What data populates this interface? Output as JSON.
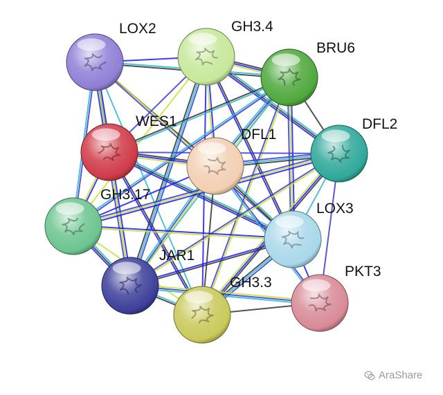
{
  "nodes": [
    {
      "id": "LOX2",
      "label": "LOX2",
      "color": "#8f7fd6"
    },
    {
      "id": "GH3.4",
      "label": "GH3.4",
      "color": "#c7e89a"
    },
    {
      "id": "BRU6",
      "label": "BRU6",
      "color": "#4fa83d"
    },
    {
      "id": "WES1",
      "label": "WES1",
      "color": "#cf3a48"
    },
    {
      "id": "DFL1",
      "label": "DFL1",
      "color": "#f2cfb2"
    },
    {
      "id": "DFL2",
      "label": "DFL2",
      "color": "#2fa89a"
    },
    {
      "id": "GH3.17",
      "label": "GH3.17",
      "color": "#6cc48f"
    },
    {
      "id": "LOX3",
      "label": "LOX3",
      "color": "#a8d8ea"
    },
    {
      "id": "JAR1",
      "label": "JAR1",
      "color": "#3d3f9a"
    },
    {
      "id": "GH3.3",
      "label": "GH3.3",
      "color": "#c9c95a"
    },
    {
      "id": "PKT3",
      "label": "PKT3",
      "color": "#d88a96"
    }
  ],
  "edge_colors": [
    "#1a1aff",
    "#30b7d0",
    "#c8e035",
    "#333333",
    "#3a3ad8"
  ],
  "edges": [
    {
      "source": "LOX2",
      "target": "GH3.4"
    },
    {
      "source": "LOX2",
      "target": "BRU6"
    },
    {
      "source": "LOX2",
      "target": "WES1"
    },
    {
      "source": "LOX2",
      "target": "DFL1"
    },
    {
      "source": "LOX2",
      "target": "GH3.17"
    },
    {
      "source": "LOX2",
      "target": "JAR1"
    },
    {
      "source": "LOX2",
      "target": "GH3.3"
    },
    {
      "source": "LOX2",
      "target": "LOX3"
    },
    {
      "source": "GH3.4",
      "target": "BRU6"
    },
    {
      "source": "GH3.4",
      "target": "WES1"
    },
    {
      "source": "GH3.4",
      "target": "DFL1"
    },
    {
      "source": "GH3.4",
      "target": "DFL2"
    },
    {
      "source": "GH3.4",
      "target": "GH3.17"
    },
    {
      "source": "GH3.4",
      "target": "LOX3"
    },
    {
      "source": "GH3.4",
      "target": "JAR1"
    },
    {
      "source": "GH3.4",
      "target": "GH3.3"
    },
    {
      "source": "BRU6",
      "target": "WES1"
    },
    {
      "source": "BRU6",
      "target": "DFL1"
    },
    {
      "source": "BRU6",
      "target": "DFL2"
    },
    {
      "source": "BRU6",
      "target": "GH3.17"
    },
    {
      "source": "BRU6",
      "target": "LOX3"
    },
    {
      "source": "BRU6",
      "target": "JAR1"
    },
    {
      "source": "BRU6",
      "target": "GH3.3"
    },
    {
      "source": "WES1",
      "target": "DFL1"
    },
    {
      "source": "WES1",
      "target": "DFL2"
    },
    {
      "source": "WES1",
      "target": "GH3.17"
    },
    {
      "source": "WES1",
      "target": "LOX3"
    },
    {
      "source": "WES1",
      "target": "JAR1"
    },
    {
      "source": "WES1",
      "target": "GH3.3"
    },
    {
      "source": "DFL1",
      "target": "DFL2"
    },
    {
      "source": "DFL1",
      "target": "GH3.17"
    },
    {
      "source": "DFL1",
      "target": "LOX3"
    },
    {
      "source": "DFL1",
      "target": "JAR1"
    },
    {
      "source": "DFL1",
      "target": "GH3.3"
    },
    {
      "source": "DFL1",
      "target": "PKT3"
    },
    {
      "source": "DFL2",
      "target": "GH3.17"
    },
    {
      "source": "DFL2",
      "target": "LOX3"
    },
    {
      "source": "DFL2",
      "target": "JAR1"
    },
    {
      "source": "DFL2",
      "target": "GH3.3"
    },
    {
      "source": "DFL2",
      "target": "PKT3"
    },
    {
      "source": "GH3.17",
      "target": "LOX3"
    },
    {
      "source": "GH3.17",
      "target": "JAR1"
    },
    {
      "source": "GH3.17",
      "target": "GH3.3"
    },
    {
      "source": "LOX3",
      "target": "JAR1"
    },
    {
      "source": "LOX3",
      "target": "GH3.3"
    },
    {
      "source": "LOX3",
      "target": "PKT3"
    },
    {
      "source": "JAR1",
      "target": "GH3.3"
    },
    {
      "source": "JAR1",
      "target": "PKT3"
    },
    {
      "source": "GH3.3",
      "target": "PKT3"
    }
  ],
  "watermark": {
    "text": "AraShare",
    "icon": "wechat-icon"
  }
}
